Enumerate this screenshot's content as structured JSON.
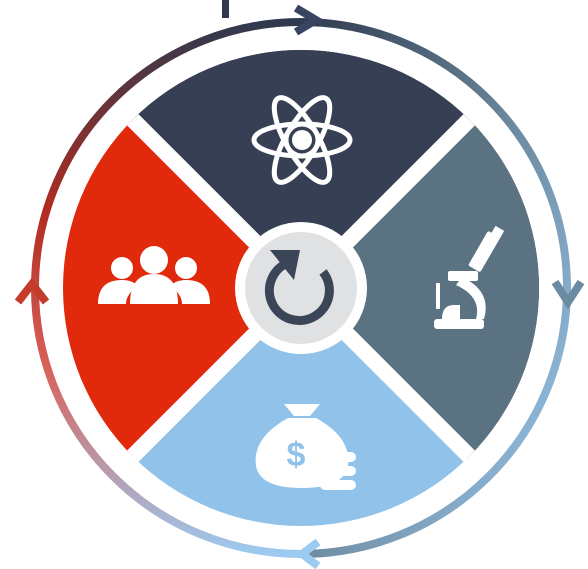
{
  "diagram": {
    "center_icon": "refresh-cycle-icon",
    "quadrants": [
      {
        "id": "top",
        "icon": "atom-icon",
        "color": "#363f53"
      },
      {
        "id": "right",
        "icon": "microscope-icon",
        "color": "#5b7283"
      },
      {
        "id": "bottom",
        "icon": "money-bag-icon",
        "color": "#91c3ea"
      },
      {
        "id": "left",
        "icon": "people-group-icon",
        "color": "#e12a0c"
      }
    ],
    "ring_colors": [
      "#2f3a4e",
      "#6c8aa0",
      "#9ccaf0",
      "#e23b2a"
    ],
    "arrows": [
      "arrow-right-top",
      "arrow-down-right",
      "arrow-left-bottom",
      "arrow-up-left"
    ]
  }
}
